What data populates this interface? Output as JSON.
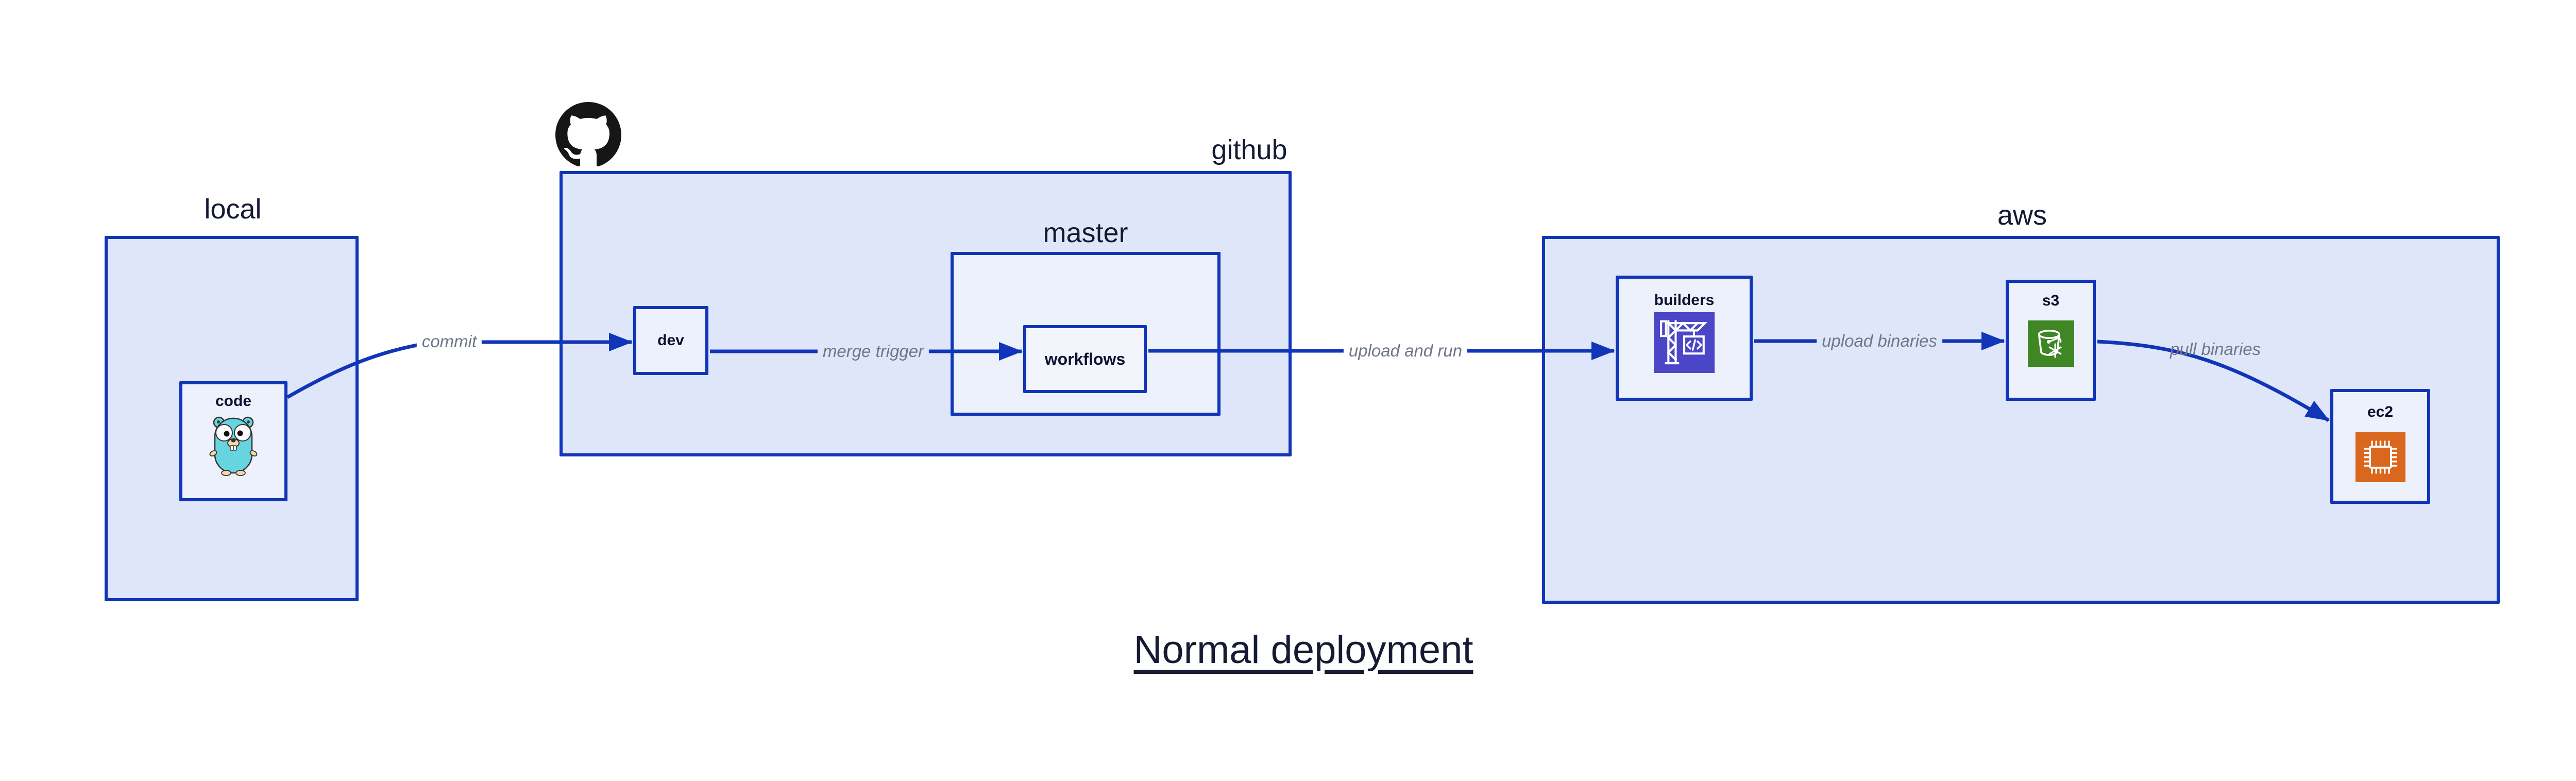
{
  "title": {
    "text": "Normal deployment"
  },
  "groups": {
    "local": {
      "label": "local"
    },
    "github": {
      "label": "github"
    },
    "master": {
      "label": "master"
    },
    "aws": {
      "label": "aws"
    }
  },
  "nodes": {
    "code": {
      "label": "code",
      "icon": "go-gopher-icon"
    },
    "dev": {
      "label": "dev"
    },
    "workflows": {
      "label": "workflows"
    },
    "builders": {
      "label": "builders",
      "icon": "aws-codebuild-crane-icon"
    },
    "s3": {
      "label": "s3",
      "icon": "aws-s3-glacier-bucket-icon"
    },
    "ec2": {
      "label": "ec2",
      "icon": "aws-ec2-chip-icon"
    }
  },
  "edges": {
    "commit": {
      "label": "commit",
      "from": "code",
      "to": "dev"
    },
    "merge_trigger": {
      "label": "merge trigger",
      "from": "dev",
      "to": "workflows"
    },
    "upload_and_run": {
      "label": "upload and run",
      "from": "workflows",
      "to": "builders"
    },
    "upload_binaries": {
      "label": "upload binaries",
      "from": "builders",
      "to": "s3"
    },
    "pull_binaries": {
      "label": "pull binaries",
      "from": "s3",
      "to": "ec2"
    }
  },
  "colors": {
    "border": "#1035b8",
    "arrow": "#1035b8",
    "outer_fill": "#dfe6f9",
    "inner_fill": "#edf1fc",
    "workflows_fill": "#f3f5fd",
    "node_text": "#0d1230",
    "group_text": "#141a35",
    "edge_text": "#6e7687",
    "title_text": "#161b33",
    "builders_icon_bg": "#4b46c7",
    "s3_icon_bg": "#3f8624",
    "ec2_icon_bg": "#d9671d",
    "github_logo": "#171515",
    "gopher_body": "#66d5e0",
    "gopher_skin": "#f3d7a7"
  }
}
